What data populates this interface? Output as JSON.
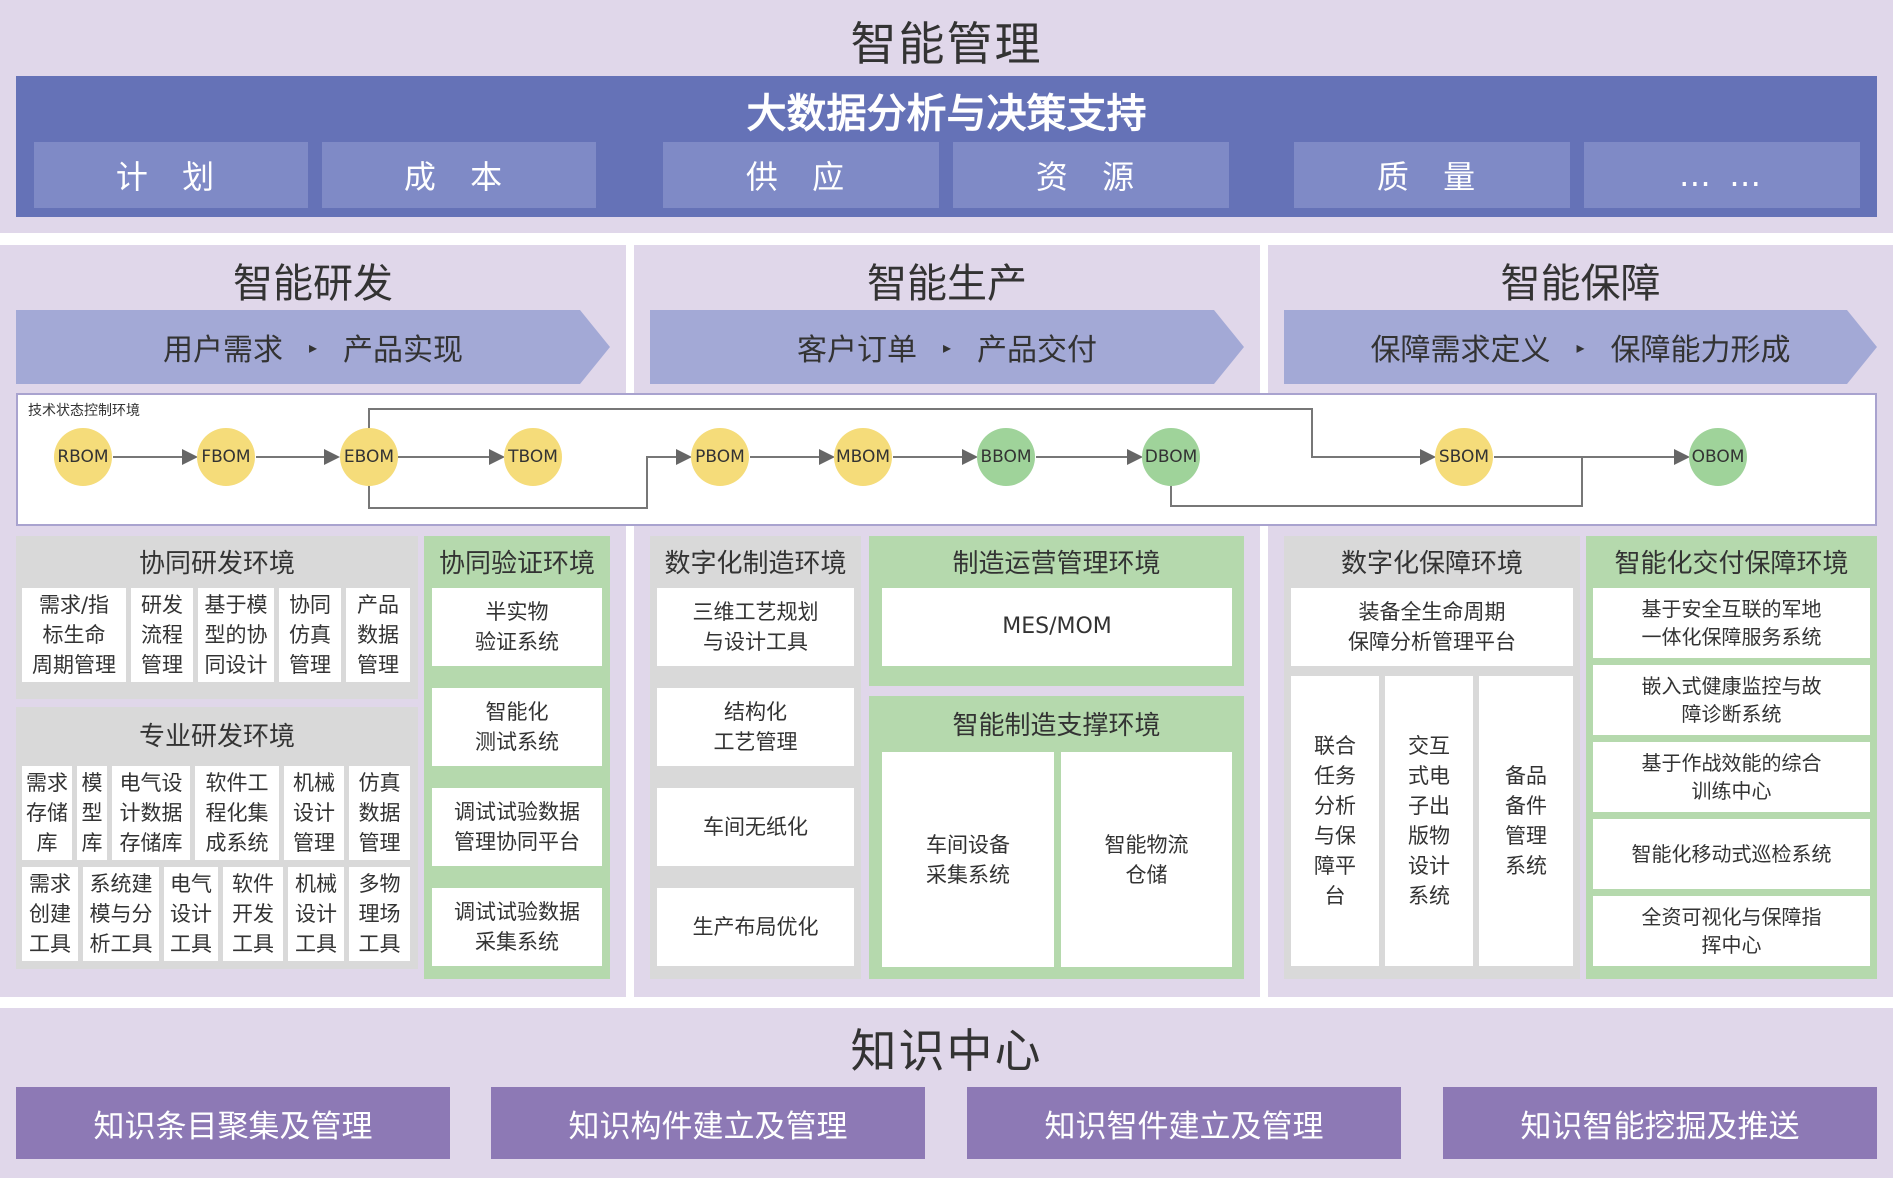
{
  "top": {
    "title": "智能管理",
    "bigdata_title": "大数据分析与决策支持",
    "items": [
      "计 划",
      "成 本",
      "供 应",
      "资 源",
      "质 量",
      "… …"
    ]
  },
  "columns": [
    {
      "title": "智能研发",
      "arrow_left": "用户需求",
      "arrow_right": "产品实现"
    },
    {
      "title": "智能生产",
      "arrow_left": "客户订单",
      "arrow_right": "产品交付"
    },
    {
      "title": "智能保障",
      "arrow_left": "保障需求定义",
      "arrow_right": "保障能力形成"
    }
  ],
  "arrow_glyph": "▸",
  "tsc": {
    "label": "技术状态控制环境",
    "nodes": [
      "RBOM",
      "FBOM",
      "EBOM",
      "TBOM",
      "PBOM",
      "MBOM",
      "BBOM",
      "DBOM",
      "SBOM",
      "OBOM"
    ]
  },
  "rd": {
    "collab_title": "协同研发环境",
    "collab_cells": [
      "需求/指\n标生命\n周期管理",
      "研发\n流程\n管理",
      "基于模\n型的协\n同设计",
      "协同\n仿真\n管理",
      "产品\n数据\n管理"
    ],
    "pro_title": "专业研发环境",
    "pro_row1": [
      "需求\n存储\n库",
      "模\n型\n库",
      "电气设\n计数据\n存储库",
      "软件工\n程化集\n成系统",
      "机械\n设计\n管理",
      "仿真\n数据\n管理"
    ],
    "pro_row2": [
      "需求\n创建\n工具",
      "系统建\n模与分\n析工具",
      "电气\n设计\n工具",
      "软件\n开发\n工具",
      "机械\n设计\n工具",
      "多物\n理场\n工具"
    ],
    "verify_title": "协同验证环境",
    "verify_cells": [
      "半实物\n验证系统",
      "智能化\n测试系统",
      "调试试验数据\n管理协同平台",
      "调试试验数据\n采集系统"
    ]
  },
  "prod": {
    "digital_title": "数字化制造环境",
    "digital_cells": [
      "三维工艺规划\n与设计工具",
      "结构化\n工艺管理",
      "车间无纸化",
      "生产布局优化"
    ],
    "ops_title": "制造运营管理环境",
    "ops_cell": "MES/MOM",
    "support_title": "智能制造支撑环境",
    "support_cells": [
      "车间设备\n采集系统",
      "智能物流\n仓储"
    ]
  },
  "support": {
    "digital_title": "数字化保障环境",
    "platform": "装备全生命周期\n保障分析管理平台",
    "sub_cells": [
      "联合\n任务\n分析\n与保\n障平\n台",
      "交互\n式电\n子出\n版物\n设计\n系统",
      "备品\n备件\n管理\n系统"
    ],
    "smart_title": "智能化交付保障环境",
    "smart_cells": [
      "基于安全互联的军地\n一体化保障服务系统",
      "嵌入式健康监控与故\n障诊断系统",
      "基于作战效能的综合\n训练中心",
      "智能化移动式巡检系统",
      "全资可视化与保障指\n挥中心"
    ]
  },
  "knowledge": {
    "title": "知识中心",
    "items": [
      "知识条目聚集及管理",
      "知识构件建立及管理",
      "知识智件建立及管理",
      "知识智能挖掘及推送"
    ]
  },
  "colors": {
    "band": "#e0d7ea",
    "bigdata": "#6572b7",
    "arrow": "#a3a9d6",
    "yellow_node": "#f5dc7a",
    "green_node": "#9fd39a",
    "knowledge": "#8d79b5"
  }
}
